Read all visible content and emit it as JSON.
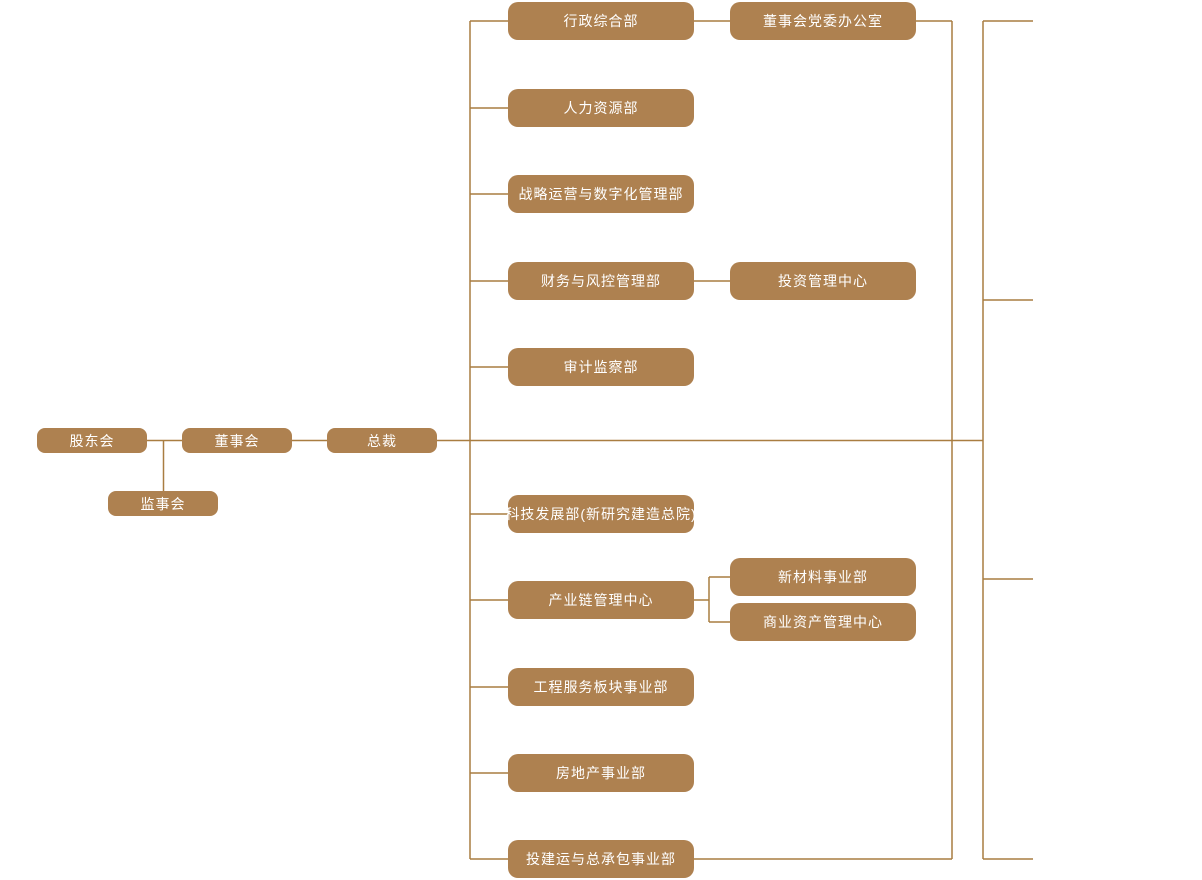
{
  "org_chart": {
    "type": "organizational-chart",
    "colors": {
      "node_fill": "#ae8150",
      "node_text": "#ffffff",
      "connector_line": "#a97d41",
      "background": "#ffffff"
    },
    "governance": {
      "shareholders": {
        "label": "股东会"
      },
      "board": {
        "label": "董事会"
      },
      "president": {
        "label": "总裁"
      },
      "supervisory": {
        "label": "监事会"
      }
    },
    "departments": [
      {
        "label": "行政综合部"
      },
      {
        "label": "人力资源部"
      },
      {
        "label": "战略运营与数字化管理部"
      },
      {
        "label": "财务与风控管理部"
      },
      {
        "label": "审计监察部"
      },
      {
        "label": "科技发展部(新研究建造总院)"
      },
      {
        "label": "产业链管理中心"
      },
      {
        "label": "工程服务板块事业部"
      },
      {
        "label": "房地产事业部"
      },
      {
        "label": "投建运与总承包事业部"
      }
    ],
    "attached_units": [
      {
        "label": "董事会党委办公室",
        "attached_to": "行政综合部"
      },
      {
        "label": "投资管理中心",
        "attached_to": "财务与风控管理部"
      },
      {
        "label": "新材料事业部",
        "attached_to": "产业链管理中心"
      },
      {
        "label": "商业资产管理中心",
        "attached_to": "产业链管理中心"
      }
    ]
  }
}
